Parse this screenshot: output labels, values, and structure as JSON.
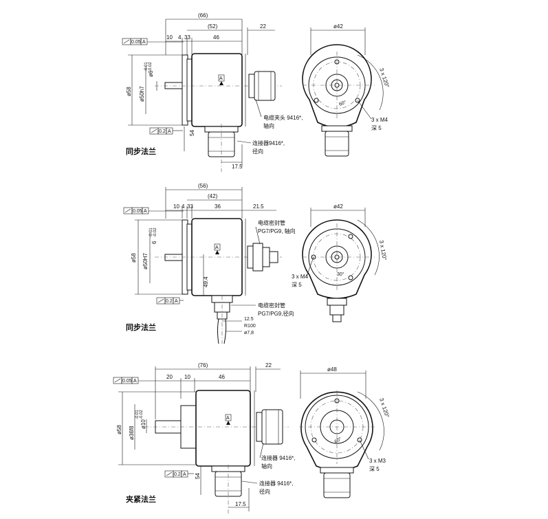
{
  "views": [
    {
      "caption": "同步法兰",
      "dims": {
        "overall": "(66)",
        "body": "(52)",
        "d10": "10",
        "d4": "4",
        "d33": "33",
        "d46": "46",
        "d22": "22",
        "d54": "54",
        "d175": "17.5",
        "dia58": "ø58",
        "dia50": "ø50h7",
        "dia6": "ø6",
        "tol_a": "-0.01",
        "tol_b": "-0.02",
        "dia42": "ø42",
        "angle120": "3 x 120°",
        "angle60": "60°"
      },
      "tolerances": {
        "top": "0.05",
        "top_ref": "A",
        "bottom": "0.2",
        "bottom_ref": "A",
        "datum": "A"
      },
      "notes": {
        "connector": "电缆夹头 9416*,",
        "connector_sub": "轴向",
        "radial": "连接器9416*,",
        "radial_sub": "径向",
        "thread": "3 x M4",
        "depth": "深 5"
      }
    },
    {
      "caption": "同步法兰",
      "dims": {
        "overall": "(56)",
        "body": "(42)",
        "d10": "10",
        "d4": "4",
        "d33": "33",
        "d36": "36",
        "d215": "21.5",
        "d494": "49.4",
        "d125": "12.5",
        "r100": "R100",
        "dia78": "ø7,8",
        "dia58": "ø58",
        "dia50": "ø50H7",
        "dia6": "6",
        "tol_a": "-0.01",
        "tol_b": "-0.02",
        "dia42": "ø42",
        "angle120": "3 x 120°",
        "angle30": "30°"
      },
      "tolerances": {
        "top": "0.05",
        "top_ref": "A",
        "bottom": "0.2",
        "bottom_ref": "A",
        "datum": "A"
      },
      "notes": {
        "gland": "电缆密封管",
        "gland_sub": "PG7/PG9, 轴向",
        "gland2": "电缆密封管",
        "gland2_sub": "PG7/PG9,径向",
        "thread": "3 x M4",
        "depth": "深 5"
      }
    },
    {
      "caption": "夹紧法兰",
      "dims": {
        "overall": "(76)",
        "d20": "20",
        "d10": "10",
        "d46": "46",
        "d22": "22",
        "d54": "54",
        "d175": "17.5",
        "dia58": "ø58",
        "dia36": "ø36f8",
        "dia10": "ø10",
        "tol_a": "-0.01",
        "tol_b": "-0.02",
        "dia48": "ø48",
        "angle120": "3 x 120°",
        "angle60": "60°"
      },
      "tolerances": {
        "top": "0.05",
        "top_ref": "A",
        "bottom": "0.2",
        "bottom_ref": "A",
        "datum": "A"
      },
      "notes": {
        "connector": "连接器 9416*,",
        "connector_sub": "轴向",
        "radial": "连接器 9416*,",
        "radial_sub": "径向",
        "thread": "3 x M3",
        "depth": "深 5"
      }
    }
  ]
}
